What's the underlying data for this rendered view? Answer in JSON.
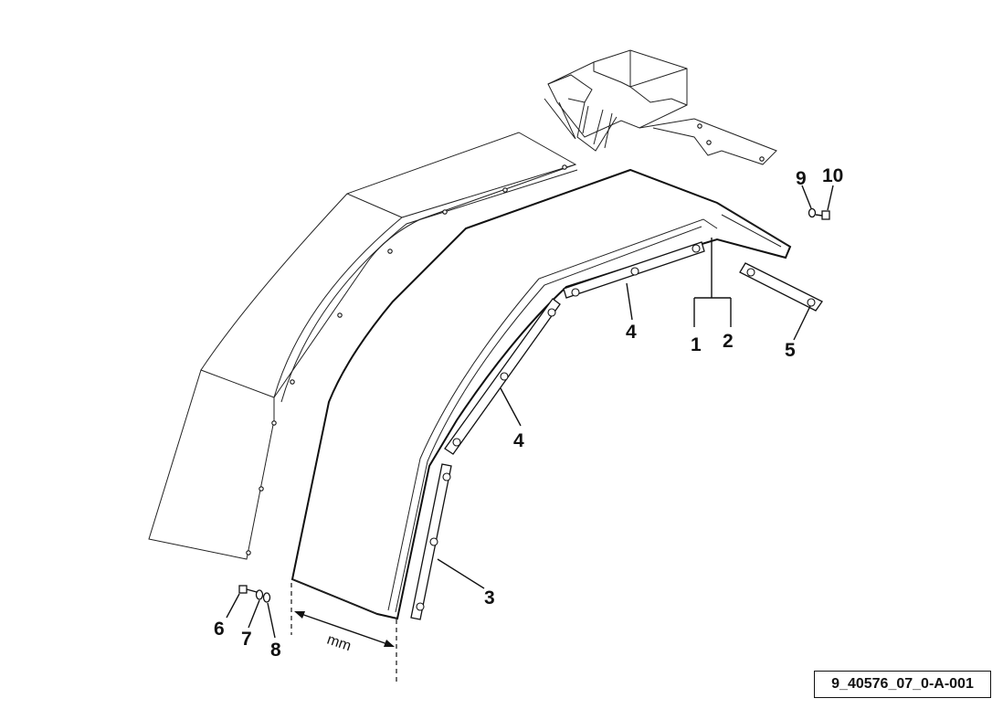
{
  "diagram": {
    "callouts": {
      "c1": "1",
      "c2": "2",
      "c3": "3",
      "c4a": "4",
      "c4b": "4",
      "c5": "5",
      "c6": "6",
      "c7": "7",
      "c8": "8",
      "c9": "9",
      "c10": "10"
    },
    "dimension_label": "mm",
    "reference_code": "9_40576_07_0-A-001"
  }
}
